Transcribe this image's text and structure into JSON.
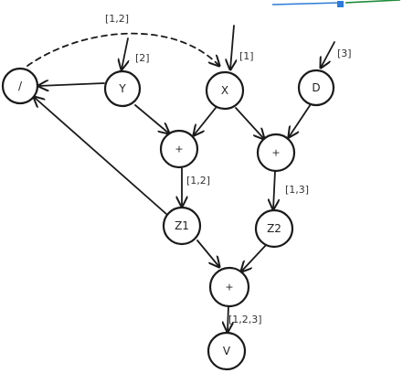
{
  "nodes": {
    "div": "/",
    "y": "Y",
    "x": "X",
    "d": "D",
    "plus1": "+",
    "plus2": "+",
    "z1": "Z1",
    "z2": "Z2",
    "plus3": "+",
    "v": "V"
  },
  "edge_labels": {
    "dashed_top": "[1,2]",
    "into_y": "[2]",
    "into_x": "[1]",
    "into_d": "[3]",
    "plus1_to_z1": "[1,2]",
    "plus2_to_z2": "[1,3]",
    "plus3_to_v": "[1,2,3]"
  },
  "colors": {
    "accent_blue": "#2b7bd8",
    "accent_green": "#1e8a3a",
    "ink": "#1a1a1a"
  }
}
